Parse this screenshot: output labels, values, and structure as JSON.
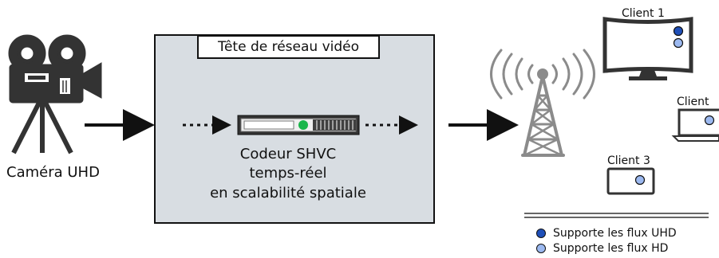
{
  "diagram": {
    "camera_label": "Caméra UHD",
    "headend_title": "Tête de réseau vidéo",
    "encoder_lines": [
      "Codeur SHVC",
      "temps-réel",
      "en scalabilité spatiale"
    ],
    "clients": [
      "Client 1",
      "Client",
      "Client 3"
    ],
    "legend": [
      {
        "label": "Supporte les flux UHD",
        "color": "#1f4fb8"
      },
      {
        "label": "Supporte les flux HD",
        "color": "#9cb9f0"
      }
    ],
    "colors": {
      "headend_fill": "#d8dde2",
      "icon_fill": "#333333",
      "accent_green": "#19b64a",
      "antenna_gray": "#8b8b8b",
      "dot_dark": "#1f4fb8",
      "dot_light": "#9cb9f0"
    },
    "icons": {
      "camera": "film-camera-icon",
      "encoder": "rack-encoder-icon",
      "antenna": "broadcast-antenna-icon",
      "client_1": "curved-monitor-icon",
      "client_2": "laptop-icon",
      "client_3": "tablet-icon"
    }
  }
}
